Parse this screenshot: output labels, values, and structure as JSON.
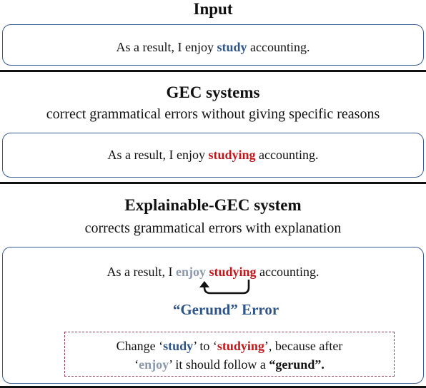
{
  "input": {
    "heading": "Input",
    "sentence": {
      "before": "As a result, I enjoy ",
      "highlight": "study",
      "after": " accounting."
    }
  },
  "gec": {
    "heading": "GEC systems",
    "subtitle": "correct grammatical errors without giving specific reasons",
    "sentence": {
      "before": "As a result, I enjoy ",
      "highlight": "studying",
      "after": " accounting."
    }
  },
  "explainable": {
    "heading": "Explainable-GEC system",
    "subtitle": "corrects grammatical errors with explanation",
    "sentence": {
      "before": "As a result, I ",
      "evidence": "enjoy",
      "space": " ",
      "correction": "studying",
      "after": " accounting."
    },
    "error_type": "“Gerund” Error",
    "explanation": {
      "line1": {
        "p1": "Change ‘",
        "w1": "study",
        "p2": "’ to ‘",
        "w2": "studying",
        "p3": "’, because after"
      },
      "line2": {
        "p1": "‘",
        "w1": "enjoy",
        "p2": "’ it should follow a ",
        "w2": "“gerund”."
      }
    }
  },
  "colors": {
    "blue": "#2f5587",
    "red": "#c0171b",
    "gray": "#8a98ab",
    "box_border": "#3a5d93",
    "dashed_border": "#8b3a5a"
  },
  "icons": {
    "arrow": "curved-arrow-icon"
  }
}
